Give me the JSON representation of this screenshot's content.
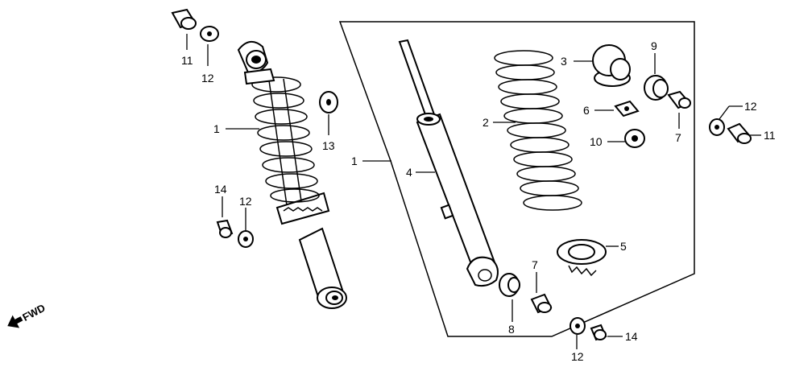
{
  "labels": {
    "l1a": "1",
    "l1b": "1",
    "l2": "2",
    "l3": "3",
    "l4": "4",
    "l5": "5",
    "l6": "6",
    "l7a": "7",
    "l7b": "7",
    "l8": "8",
    "l9": "9",
    "l10": "10",
    "l11a": "11",
    "l11b": "11",
    "l12a": "12",
    "l12b": "12",
    "l12c": "12",
    "l12d": "12",
    "l13": "13",
    "l14a": "14",
    "l14b": "14"
  },
  "direction_marker": "FWD"
}
